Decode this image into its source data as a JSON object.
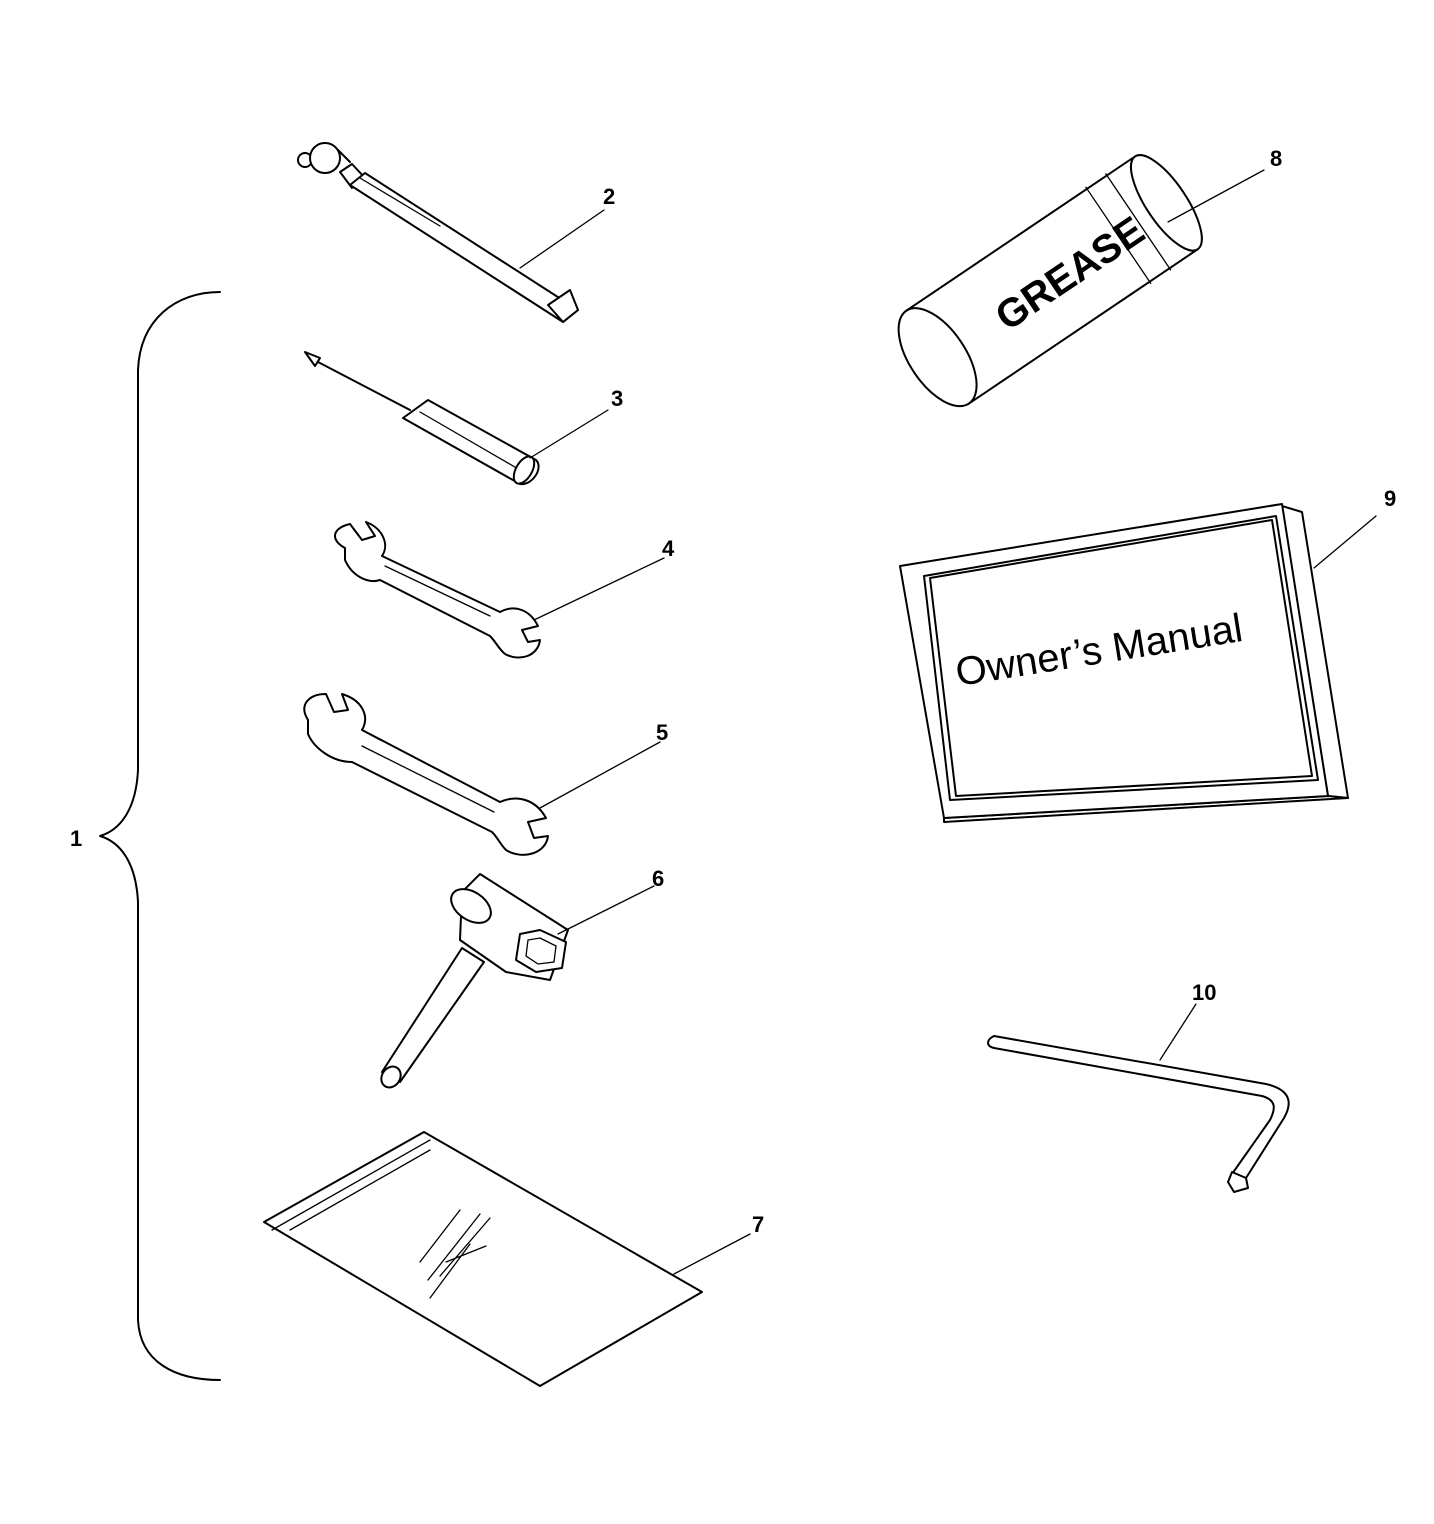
{
  "callouts": {
    "c1": "1",
    "c2": "2",
    "c3": "3",
    "c4": "4",
    "c5": "5",
    "c6": "6",
    "c7": "7",
    "c8": "8",
    "c9": "9",
    "c10": "10"
  },
  "labels": {
    "grease": "GREASE",
    "manual": "Owner’s Manual"
  }
}
